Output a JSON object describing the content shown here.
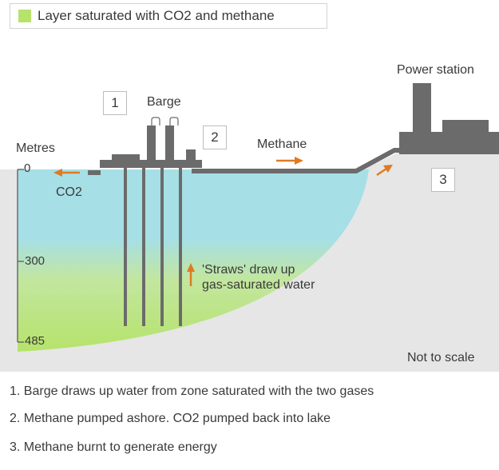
{
  "legend": {
    "label": "Layer saturated with CO2 and methane",
    "color": "#b6e36a"
  },
  "labels": {
    "barge": "Barge",
    "power_station": "Power station",
    "methane": "Methane",
    "co2": "CO2",
    "straws": [
      "'Straws' draw up",
      "gas-saturated water"
    ],
    "not_to_scale": "Not to scale"
  },
  "depth_axis": {
    "unit": "Metres",
    "ticks": [
      "0",
      "300",
      "485"
    ]
  },
  "markers": [
    "1",
    "2",
    "3"
  ],
  "notes": [
    "1. Barge draws up water from zone saturated with the two gases",
    "2. Methane pumped ashore. CO2 pumped back into lake",
    "3. Methane burnt to generate energy"
  ],
  "colors": {
    "water": "#a6dfe6",
    "saturated": "#b6e36a",
    "land": "#e6e6e6",
    "structure": "#6b6b6b",
    "arrow": "#e07a22"
  },
  "icons": [
    "arrow-right-icon",
    "arrow-left-icon",
    "arrow-up-icon"
  ]
}
